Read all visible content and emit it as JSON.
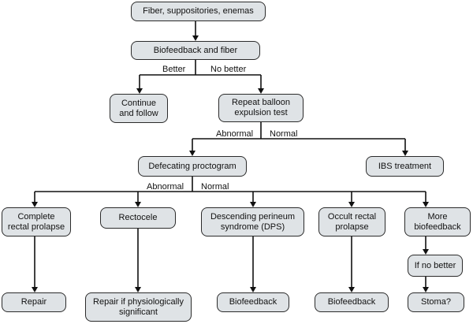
{
  "nodes": {
    "fiber": "Fiber, suppositories, enemas",
    "biofeedback_fiber": "Biofeedback and fiber",
    "continue_follow": "Continue\nand follow",
    "repeat_balloon": "Repeat balloon\nexpulsion test",
    "defecating_proctogram": "Defecating proctogram",
    "ibs_treatment": "IBS treatment",
    "complete_prolapse": "Complete\nrectal prolapse",
    "rectocele": "Rectocele",
    "dps": "Descending perineum\nsyndrome (DPS)",
    "occult_prolapse": "Occult rectal\nprolapse",
    "more_biofeedback": "More\nbiofeedback",
    "repair": "Repair",
    "repair_if": "Repair if physiologically\nsignificant",
    "biofeedback_dps": "Biofeedback",
    "biofeedback_occult": "Biofeedback",
    "if_no_better": "If no better",
    "stoma": "Stoma?"
  },
  "edge_labels": {
    "better": "Better",
    "no_better": "No better",
    "abnormal_1": "Abnormal",
    "normal_1": "Normal",
    "abnormal_2": "Abnormal",
    "normal_2": "Normal"
  }
}
